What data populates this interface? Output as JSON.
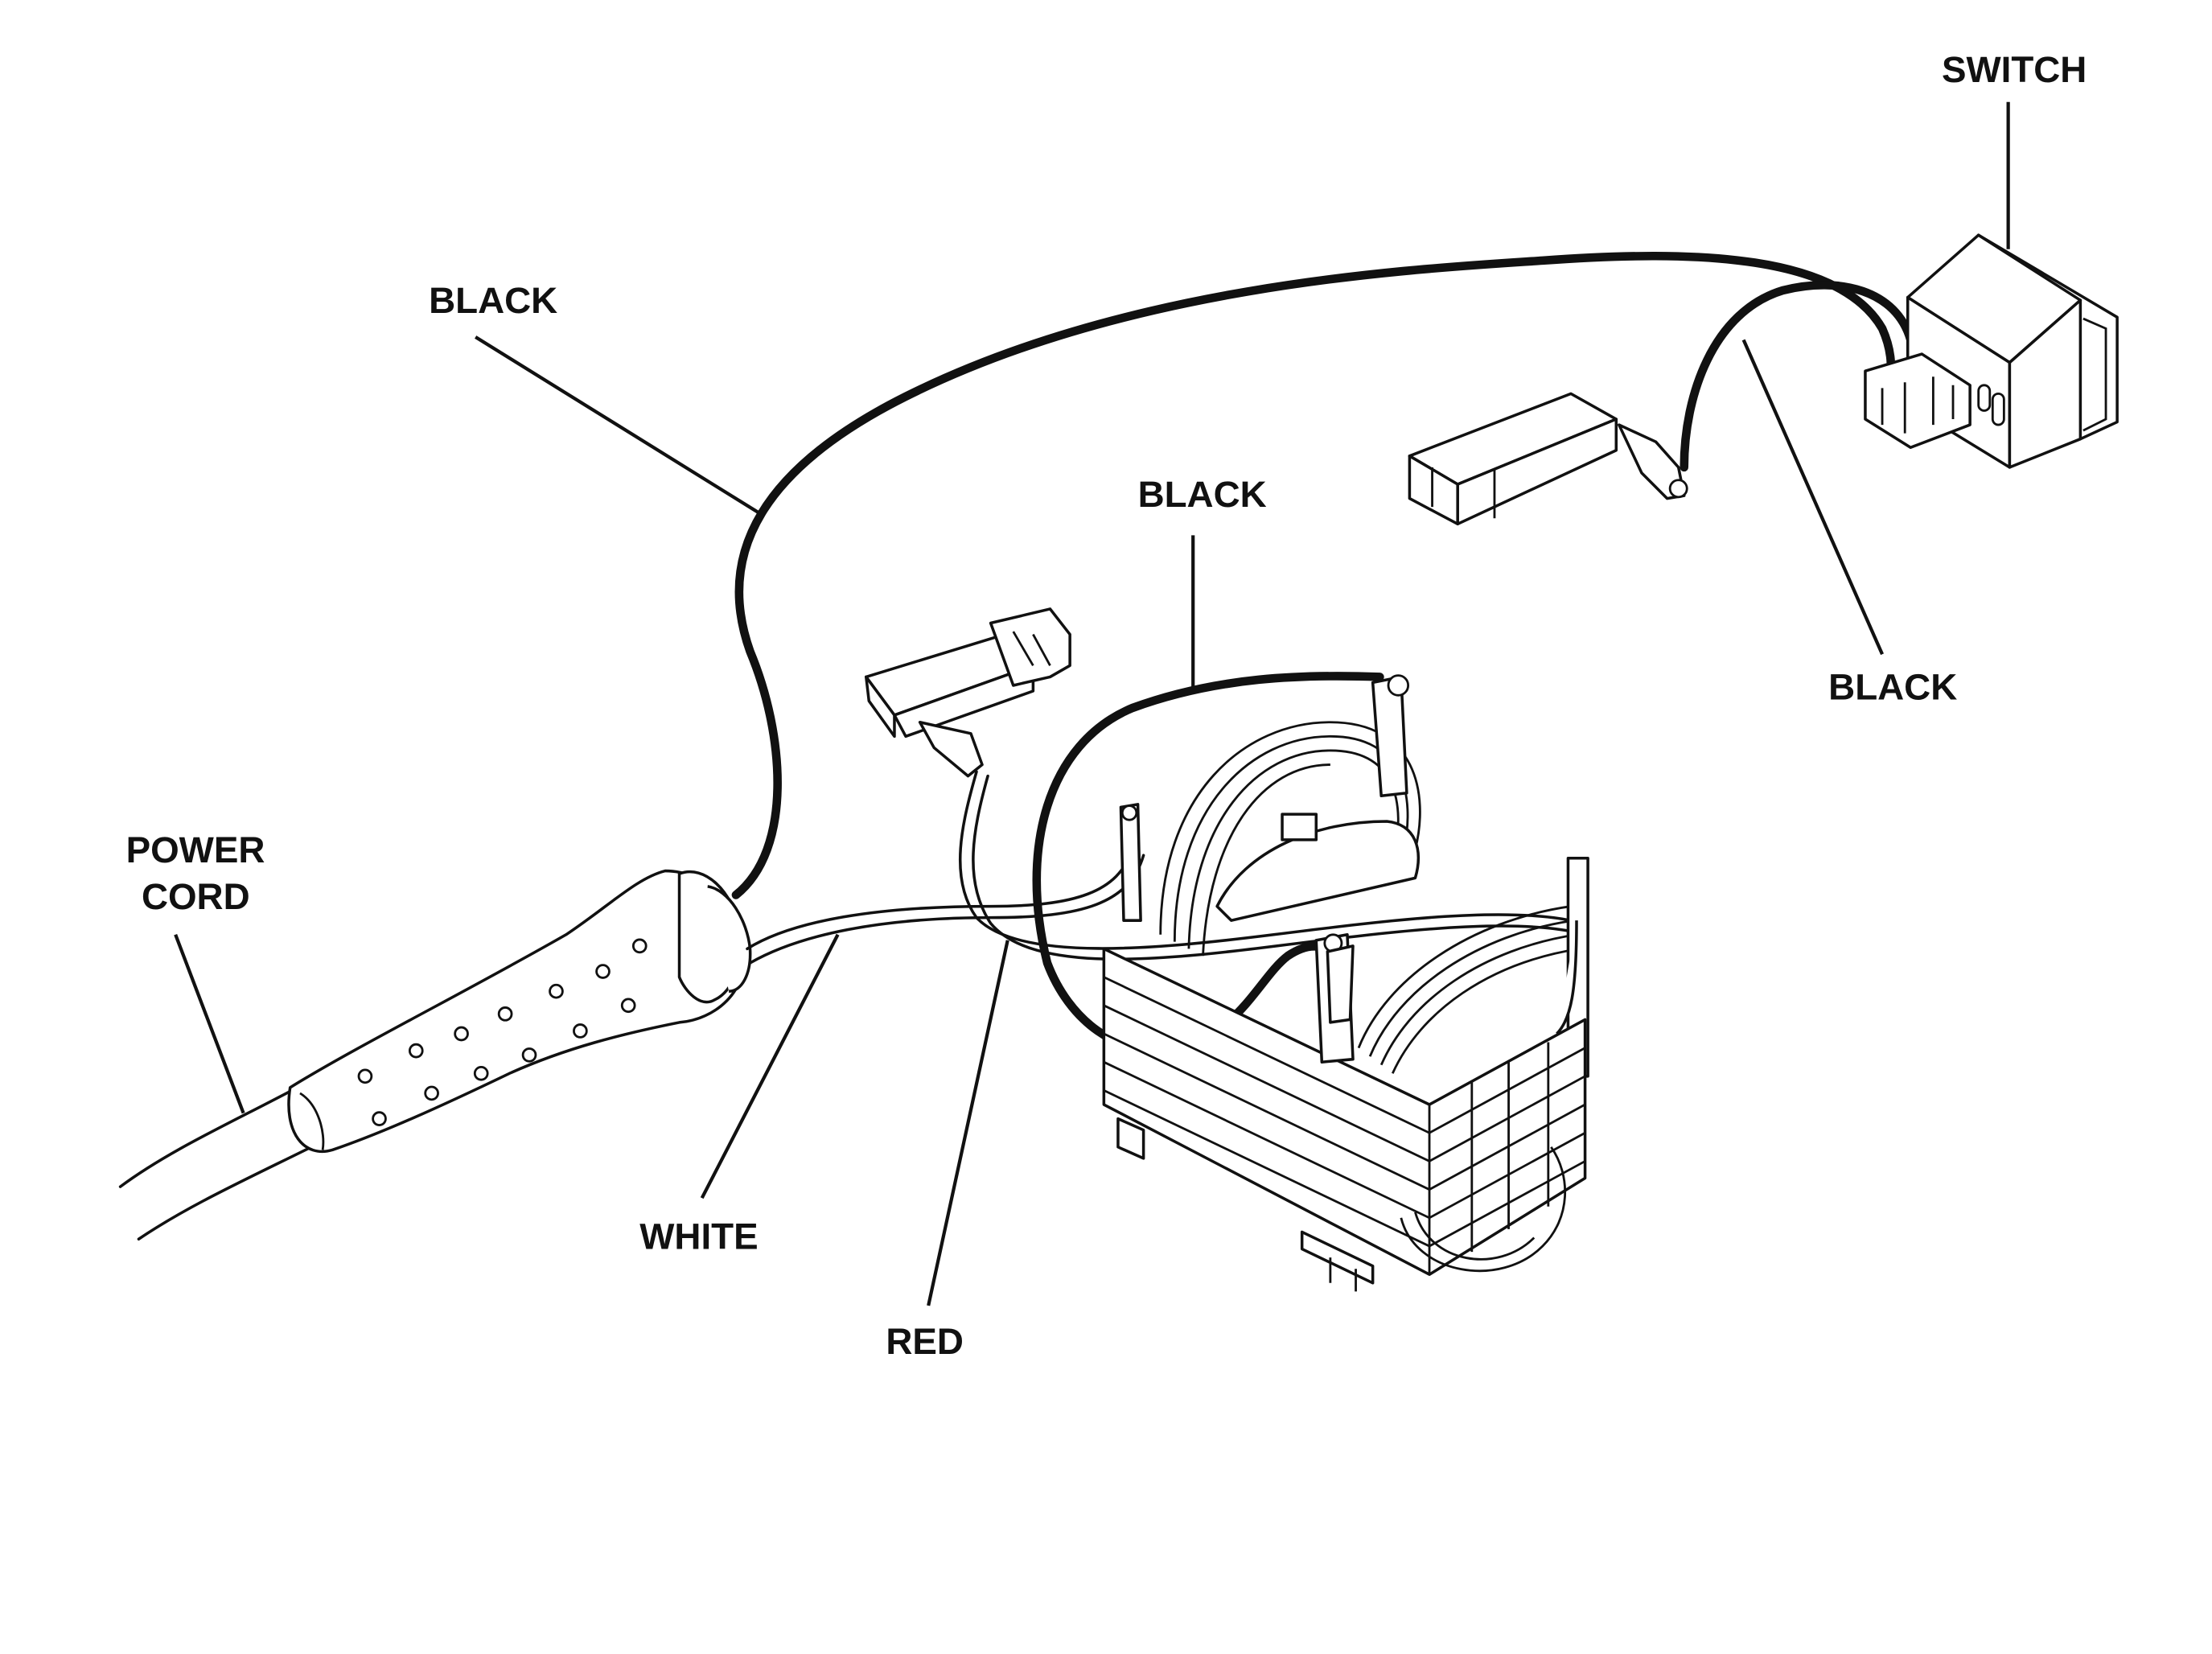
{
  "labels": {
    "switch": "SWITCH",
    "black_top": "BLACK",
    "black_center": "BLACK",
    "black_right": "BLACK",
    "power_cord_line1": "POWER",
    "power_cord_line2": "CORD",
    "white": "WHITE",
    "red": "RED"
  }
}
